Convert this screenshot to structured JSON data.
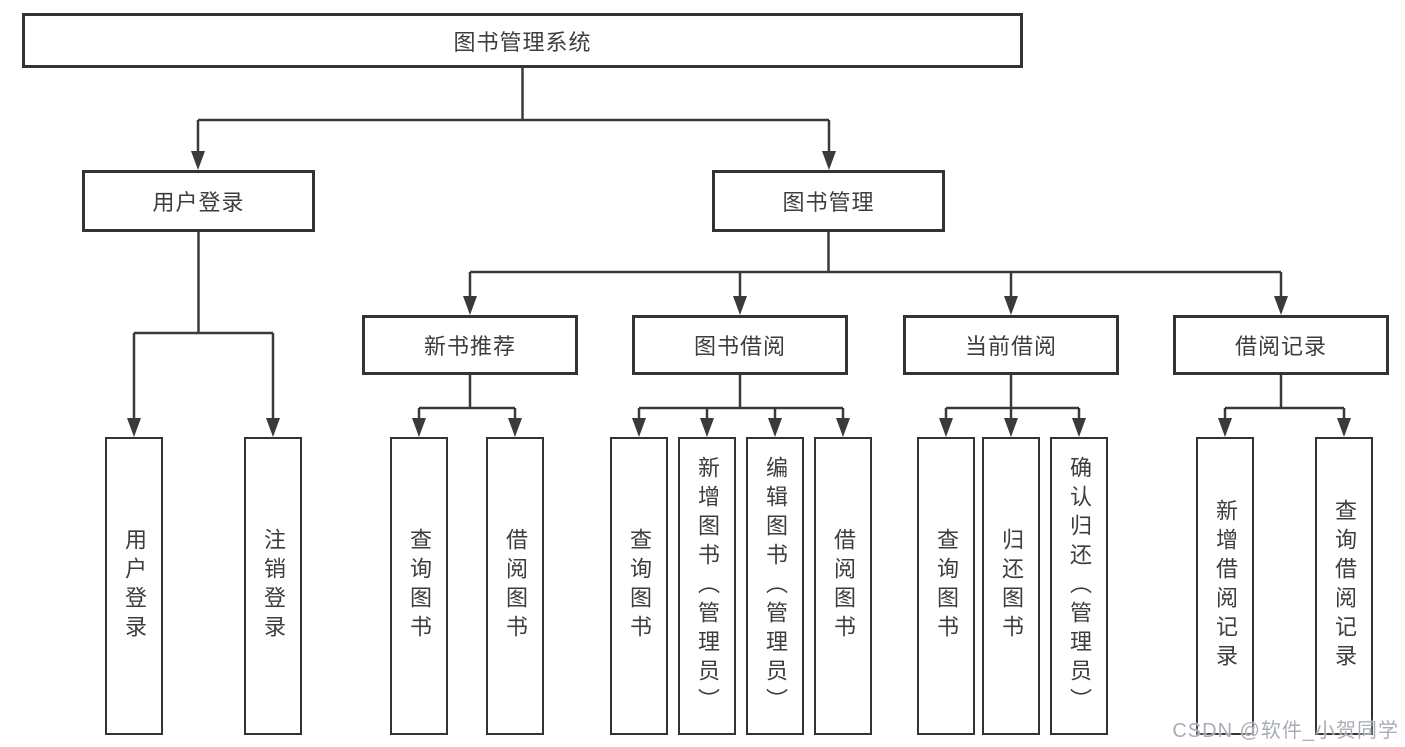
{
  "diagram": {
    "root": {
      "label": "图书管理系统"
    },
    "level2": [
      {
        "id": "user-login",
        "label": "用户登录"
      },
      {
        "id": "book-management",
        "label": "图书管理"
      }
    ],
    "level3": [
      {
        "id": "new-book-recommend",
        "label": "新书推荐"
      },
      {
        "id": "book-borrow",
        "label": "图书借阅"
      },
      {
        "id": "current-borrow",
        "label": "当前借阅"
      },
      {
        "id": "borrow-records",
        "label": "借阅记录"
      }
    ],
    "leaves": [
      {
        "id": "user-login-action",
        "parent": "user-login",
        "label": "用户登录"
      },
      {
        "id": "logout-action",
        "parent": "user-login",
        "label": "注销登录"
      },
      {
        "id": "nbr-query-book",
        "parent": "new-book-recommend",
        "label": "查询图书"
      },
      {
        "id": "nbr-borrow-book",
        "parent": "new-book-recommend",
        "label": "借阅图书"
      },
      {
        "id": "bb-query-book",
        "parent": "book-borrow",
        "label": "查询图书"
      },
      {
        "id": "bb-add-book",
        "parent": "book-borrow",
        "label": "新增图书（管理员）"
      },
      {
        "id": "bb-edit-book",
        "parent": "book-borrow",
        "label": "编辑图书（管理员）"
      },
      {
        "id": "bb-borrow-book",
        "parent": "book-borrow",
        "label": "借阅图书"
      },
      {
        "id": "cb-query-book",
        "parent": "current-borrow",
        "label": "查询图书"
      },
      {
        "id": "cb-return-book",
        "parent": "current-borrow",
        "label": "归还图书"
      },
      {
        "id": "cb-confirm-return",
        "parent": "current-borrow",
        "label": "确认归还（管理员）"
      },
      {
        "id": "br-add-record",
        "parent": "borrow-records",
        "label": "新增借阅记录"
      },
      {
        "id": "br-query-record",
        "parent": "borrow-records",
        "label": "查询借阅记录"
      }
    ],
    "colors": {
      "line": "#3a3a3a",
      "border": "#333333",
      "text": "#3d3d3d",
      "background": "#ffffff",
      "watermark": "#a9aeb5"
    }
  },
  "watermark": {
    "text": "CSDN @软件_小贺同学"
  }
}
